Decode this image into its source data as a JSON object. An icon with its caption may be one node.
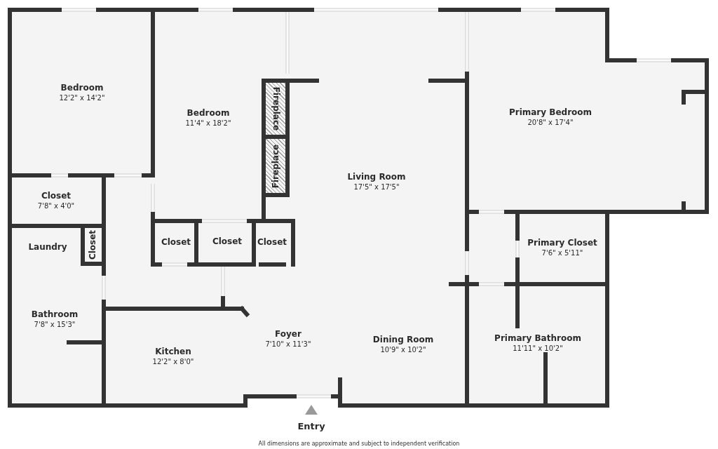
{
  "diagram": {
    "nodes": [
      {
        "text": [
          "Bedroom",
          "12'2\" x 14'2\""
        ]
      },
      {
        "text": [
          "Bedroom",
          "11'4\" x 18'2\""
        ]
      },
      {
        "text": [
          "Fireplace"
        ]
      },
      {
        "text": [
          "Fireplace"
        ]
      },
      {
        "text": [
          "Living Room",
          "17'5\" x 17'5\""
        ]
      },
      {
        "text": [
          "Primary Bedroom",
          "20'8\" x 17'4\""
        ]
      },
      {
        "text": [
          "Closet",
          "7'8\" x 4'0\""
        ]
      },
      {
        "text": [
          "Laundry"
        ]
      },
      {
        "text": [
          "Closet"
        ]
      },
      {
        "text": [
          "Closet"
        ]
      },
      {
        "text": [
          "Closet"
        ]
      },
      {
        "text": [
          "Closet"
        ]
      },
      {
        "text": [
          "Primary Closet",
          "7'6\" x 5'11\""
        ]
      },
      {
        "text": [
          "Bathroom",
          "7'8\" x 15'3\""
        ]
      },
      {
        "text": [
          "Foyer",
          "7'10\" x 11'3\""
        ]
      },
      {
        "text": [
          "Kitchen",
          "12'2\" x 8'0\""
        ]
      },
      {
        "text": [
          "Dining Room",
          "10'9\" x 10'2\""
        ]
      },
      {
        "text": [
          "Primary Bathroom",
          "11'11\" x 10'2\""
        ]
      }
    ],
    "labels": [
      "Entry",
      "All dimensions are approximate and subject to independent verification"
    ]
  }
}
